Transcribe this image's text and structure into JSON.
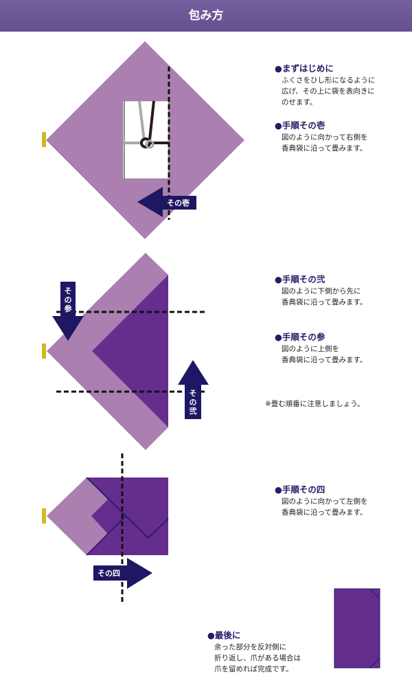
{
  "header": {
    "title": "包み方"
  },
  "steps": [
    {
      "title": "●まずはじめに",
      "body": "ふくさをひし形になるように\n広げ、その上に袋を表向きに\nのせます。"
    },
    {
      "title": "●手順その壱",
      "body": "図のように向かって右側を\n香典袋に沿って畳みます。"
    },
    {
      "title": "●手順その弐",
      "body": "図のように下側から先に\n香典袋に沿って畳みます。"
    },
    {
      "title": "●手順その参",
      "body": "図のように上側を\n香典袋に沿って畳みます。"
    },
    {
      "title": "●手順その四",
      "body": "図のように向かって左側を\n香典袋に沿って畳みます。"
    },
    {
      "title": "●最後に",
      "body": "余った部分を反対側に\n折り返し、爪がある場合は\n爪を留めれば完成です。"
    }
  ],
  "note": "※畳む順番に注意しましょう。",
  "arrows": {
    "one": "その壱",
    "two": [
      "そ",
      "の",
      "弐"
    ],
    "three": [
      "そ",
      "の",
      "参"
    ],
    "four": "その四"
  },
  "colors": {
    "light": "#ab7fb0",
    "dark": "#652d8d",
    "navy": "#1e1763",
    "tab": "#d4b820"
  }
}
